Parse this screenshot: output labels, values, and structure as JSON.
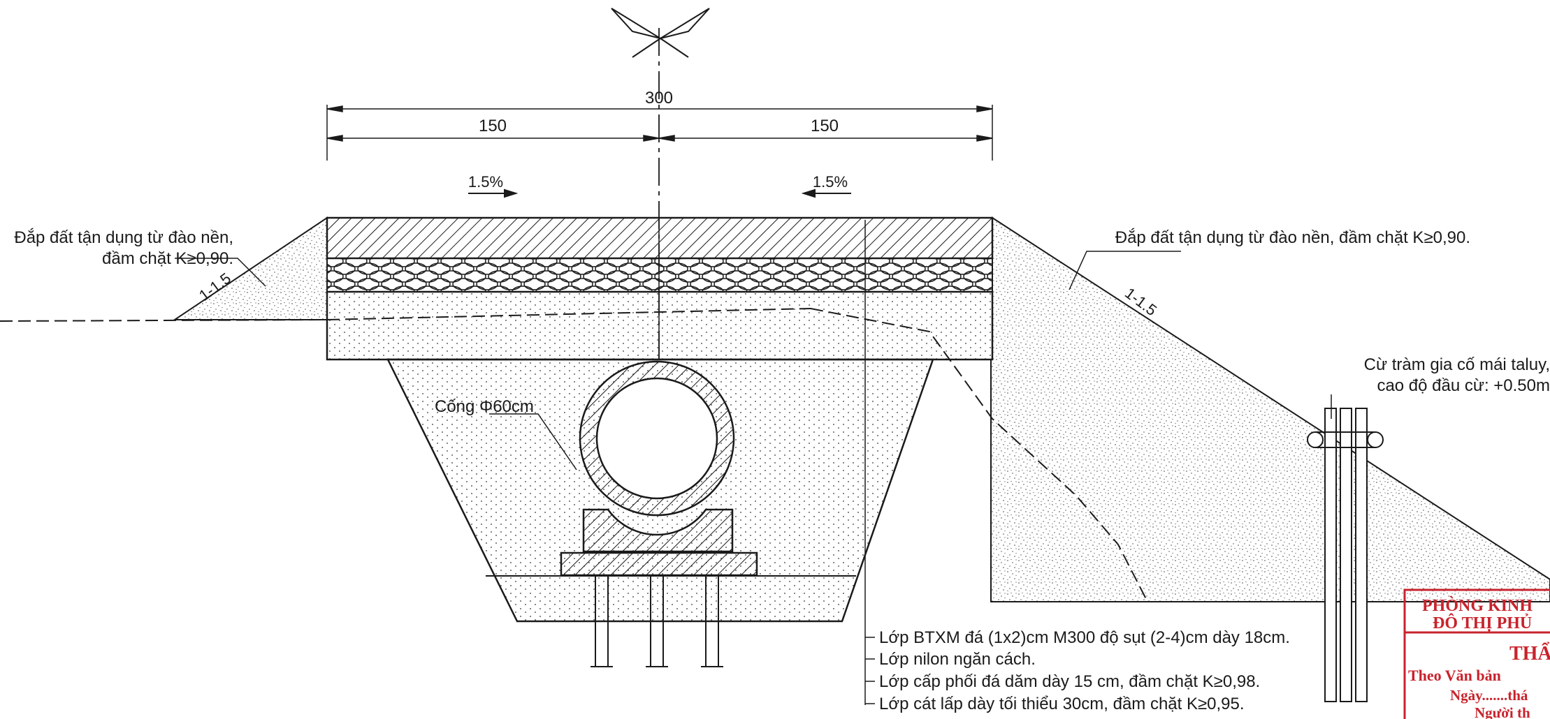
{
  "dimensions": {
    "total": "300",
    "left_half": "150",
    "right_half": "150"
  },
  "slopes": {
    "crossfall_left": "1.5%",
    "crossfall_right": "1.5%",
    "embankment_left": "1-1.5",
    "embankment_right": "1-1.5"
  },
  "annotations": {
    "fill_left_line1": "Đắp đất tận dụng từ đào nền,",
    "fill_left_line2": "đầm chặt K≥0,90.",
    "fill_right": "Đắp đất tận dụng từ đào nền, đầm chặt K≥0,90.",
    "culvert": "Cống Φ60cm",
    "piles_line1": "Cừ tràm gia cố mái taluy,",
    "piles_line2": "cao độ đầu cừ: +0.50m"
  },
  "layers": [
    "Lớp BTXM đá (1x2)cm M300 độ sụt (2-4)cm dày 18cm.",
    "Lớp nilon ngăn cách.",
    "Lớp cấp phối đá dăm dày 15 cm, đầm chặt K≥0,98.",
    "Lớp cát lấp dày tối thiểu 30cm, đầm chặt K≥0,95."
  ],
  "stamp": {
    "line1": "PHÒNG KINH",
    "line2": "ĐÔ THỊ PHỦ",
    "line3": "THẨ",
    "line4": "Theo Văn bản",
    "line5": "Ngày.......thá",
    "line6": "Người th"
  },
  "colors": {
    "ink": "#1a1a1a",
    "stamp_red": "#c8232c"
  }
}
